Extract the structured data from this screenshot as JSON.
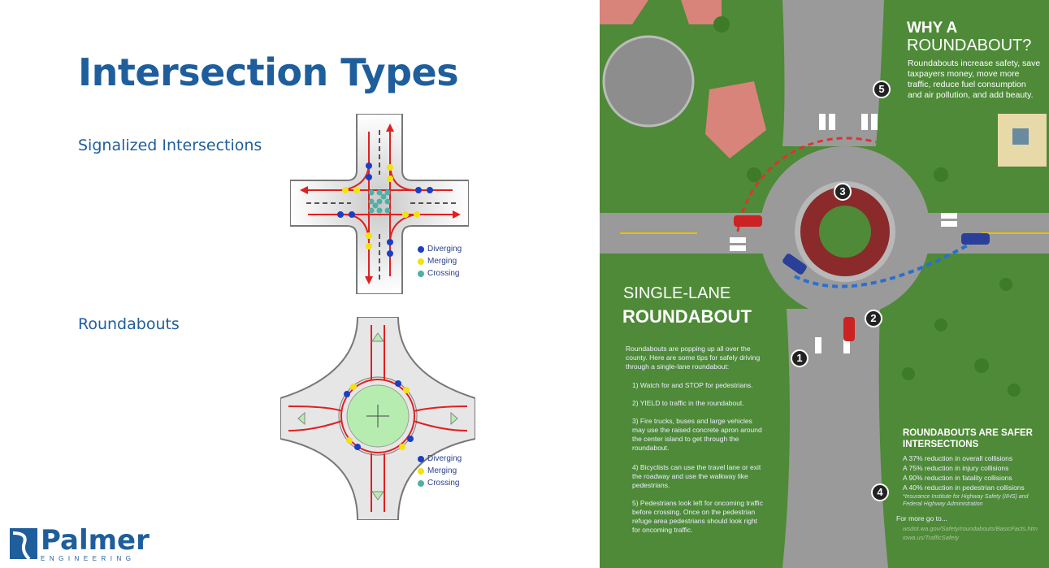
{
  "slide": {
    "title": "Intersection Types",
    "sections": [
      {
        "label": "Signalized Intersections"
      },
      {
        "label": "Roundabouts"
      }
    ]
  },
  "legend": [
    {
      "label": "Diverging",
      "color": "#1a3fc4"
    },
    {
      "label": "Merging",
      "color": "#f2e30f"
    },
    {
      "label": "Crossing",
      "color": "#4fb0a8"
    }
  ],
  "logo": {
    "name": "Palmer",
    "tagline": "ENGINEERING",
    "color": "#1f5e9c"
  },
  "infographic": {
    "why": {
      "line1": "WHY A",
      "line2": "ROUNDABOUT?",
      "body": "Roundabouts increase safety, save taxpayers money, move more traffic, reduce fuel consumption and air pollution, and add beauty."
    },
    "single": {
      "line1": "SINGLE-LANE",
      "line2": "ROUNDABOUT",
      "intro": "Roundabouts are popping up all over the county. Here are some tips for safely driving through a single-lane roundabout:",
      "tips": [
        "1) Watch for and STOP for pedestrians.",
        "2) YIELD to traffic in the roundabout.",
        "3) Fire trucks, buses and large vehicles may use the raised concrete apron around the center island to get through the roundabout.",
        "4) Bicyclists can use the travel lane or exit the roadway and use the walkway like pedestrians.",
        "5) Pedestrians look left for oncoming traffic before crossing. Once on the pedestrian refuge area pedestrians should look right for oncoming traffic."
      ]
    },
    "safer": {
      "title": "ROUNDABOUTS ARE SAFER INTERSECTIONS",
      "stats": [
        "A 37% reduction in overall collisions",
        "A 75% reduction in injury collisions",
        "A 90% reduction in fatality collisions",
        "A 40% reduction in pedestrian collisions"
      ],
      "source": "*Insurance Institute for Highway Safety (IIHS) and Federal Highway Administration",
      "more": "For more go to...",
      "links": [
        "wsdot.wa.gov/Safety/roundabouts/BasicFacts.htm",
        "iowa.us/TrafficSafety"
      ]
    },
    "markers": [
      "1",
      "2",
      "3",
      "4",
      "5"
    ],
    "colors": {
      "grass": "#4e8a38",
      "road": "#9a9a9a",
      "brick": "#8a2a2a"
    }
  }
}
